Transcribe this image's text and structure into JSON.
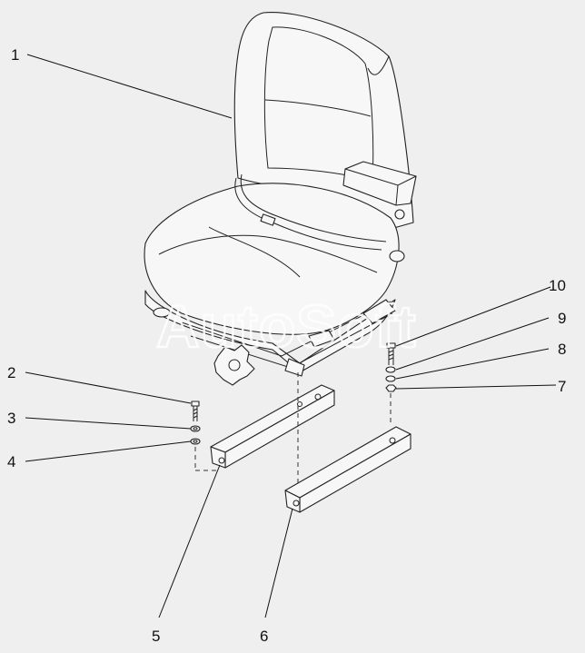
{
  "watermark": "AutoSoft",
  "callouts": [
    {
      "id": "1",
      "label": "1"
    },
    {
      "id": "2",
      "label": "2"
    },
    {
      "id": "3",
      "label": "3"
    },
    {
      "id": "4",
      "label": "4"
    },
    {
      "id": "5",
      "label": "5"
    },
    {
      "id": "6",
      "label": "6"
    },
    {
      "id": "7",
      "label": "7"
    },
    {
      "id": "8",
      "label": "8"
    },
    {
      "id": "9",
      "label": "9"
    },
    {
      "id": "10",
      "label": "10"
    }
  ],
  "colors": {
    "background": "#efefef",
    "line": "#222222",
    "watermark": "#ffffff"
  }
}
